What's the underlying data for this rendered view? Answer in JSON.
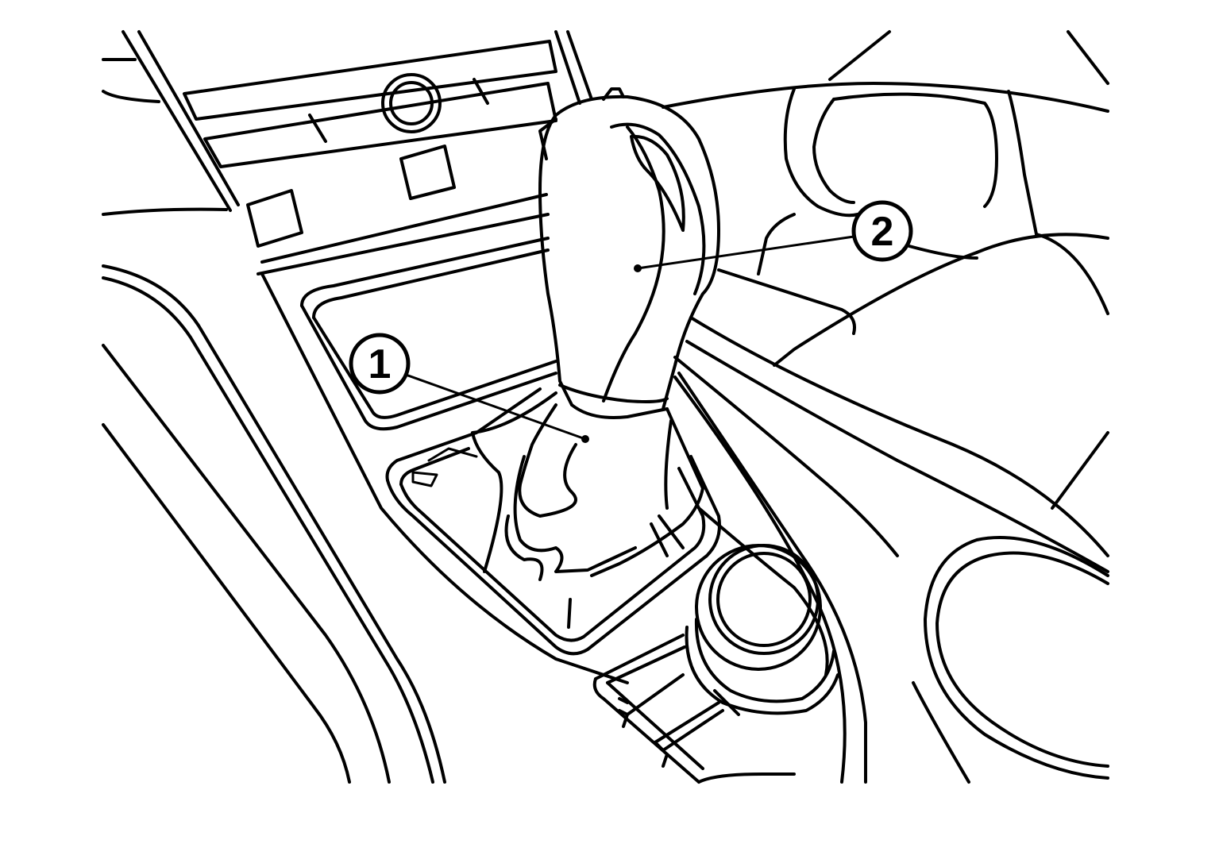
{
  "callouts": [
    {
      "id": "1",
      "label": "1",
      "target": "boot"
    },
    {
      "id": "2",
      "label": "2",
      "target": "knob"
    }
  ],
  "colors": {
    "line": "#000000",
    "background": "#ffffff"
  }
}
